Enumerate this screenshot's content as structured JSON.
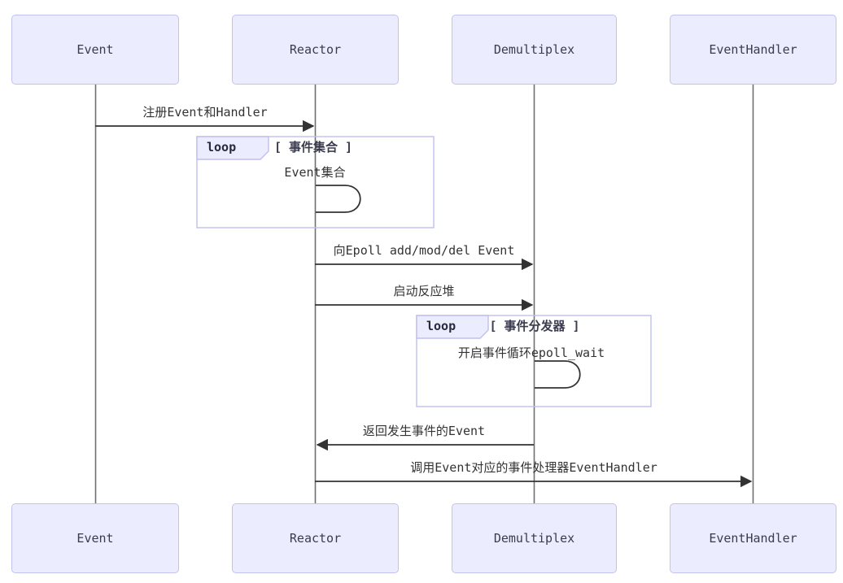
{
  "diagram": {
    "type": "sequence-diagram",
    "participants": [
      {
        "id": "event",
        "label": "Event"
      },
      {
        "id": "reactor",
        "label": "Reactor"
      },
      {
        "id": "demultiplex",
        "label": "Demultiplex"
      },
      {
        "id": "eventhandler",
        "label": "EventHandler"
      }
    ],
    "messages": [
      {
        "from": "event",
        "to": "reactor",
        "label": "注册Event和Handler"
      },
      {
        "from": "reactor",
        "to": "demultiplex",
        "label": "向Epoll add/mod/del Event"
      },
      {
        "from": "reactor",
        "to": "demultiplex",
        "label": "启动反应堆"
      },
      {
        "from": "demultiplex",
        "to": "reactor",
        "label": "返回发生事件的Event"
      },
      {
        "from": "reactor",
        "to": "eventhandler",
        "label": "调用Event对应的事件处理器EventHandler"
      }
    ],
    "loops": [
      {
        "label": "loop",
        "condition": "[ 事件集合 ]",
        "self_message": "Event集合",
        "on": "reactor"
      },
      {
        "label": "loop",
        "condition": "[ 事件分发器 ]",
        "self_message": "开启事件循环epoll_wait",
        "on": "demultiplex"
      }
    ],
    "colors": {
      "actor_fill": "#ececff",
      "actor_border": "#c2c2ef",
      "loop_border": "#bfbff0",
      "loop_tab_fill": "#ececff",
      "message_line": "#333333",
      "lifeline": "#707070",
      "text": "#333333",
      "background": "#ffffff"
    }
  }
}
